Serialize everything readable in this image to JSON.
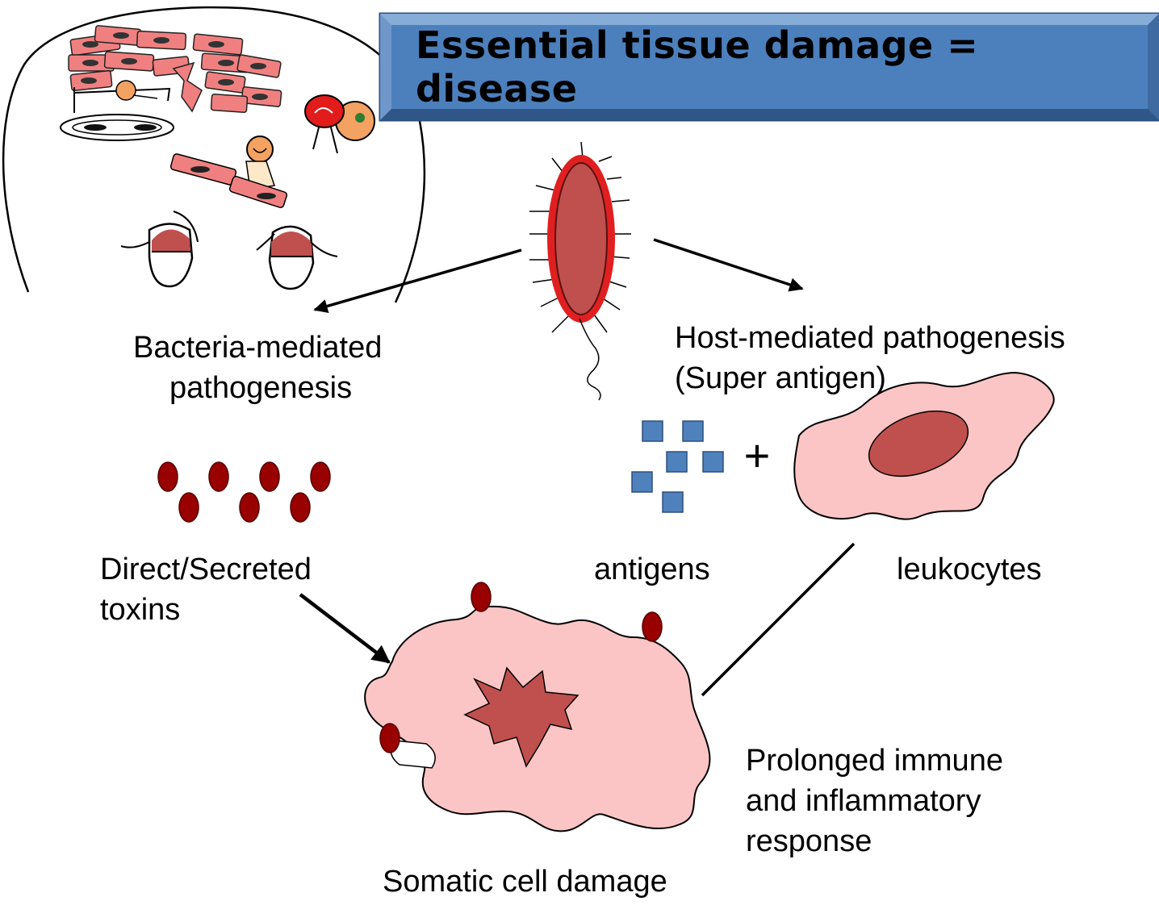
{
  "banner": {
    "title": "Essential tissue damage = disease"
  },
  "labels": {
    "bacteria_mediated": [
      "Bacteria-mediated",
      "pathogenesis"
    ],
    "host_mediated": [
      "Host-mediated pathogenesis",
      "(Super antigen)"
    ],
    "toxins": [
      "Direct/Secreted",
      "toxins"
    ],
    "antigens": "antigens",
    "leukocytes": "leukocytes",
    "plus": "+",
    "immune_response": [
      "Prolonged immune",
      "and inflammatory",
      "response"
    ],
    "somatic_damage": "Somatic cell damage"
  },
  "colors": {
    "cell_fill": "#fcc5c5",
    "nucleus": "#c0504d",
    "toxin": "#990000",
    "antigen": "#4f81bd",
    "banner": "#4c80bd",
    "bacterium_glow": "#e02020"
  }
}
